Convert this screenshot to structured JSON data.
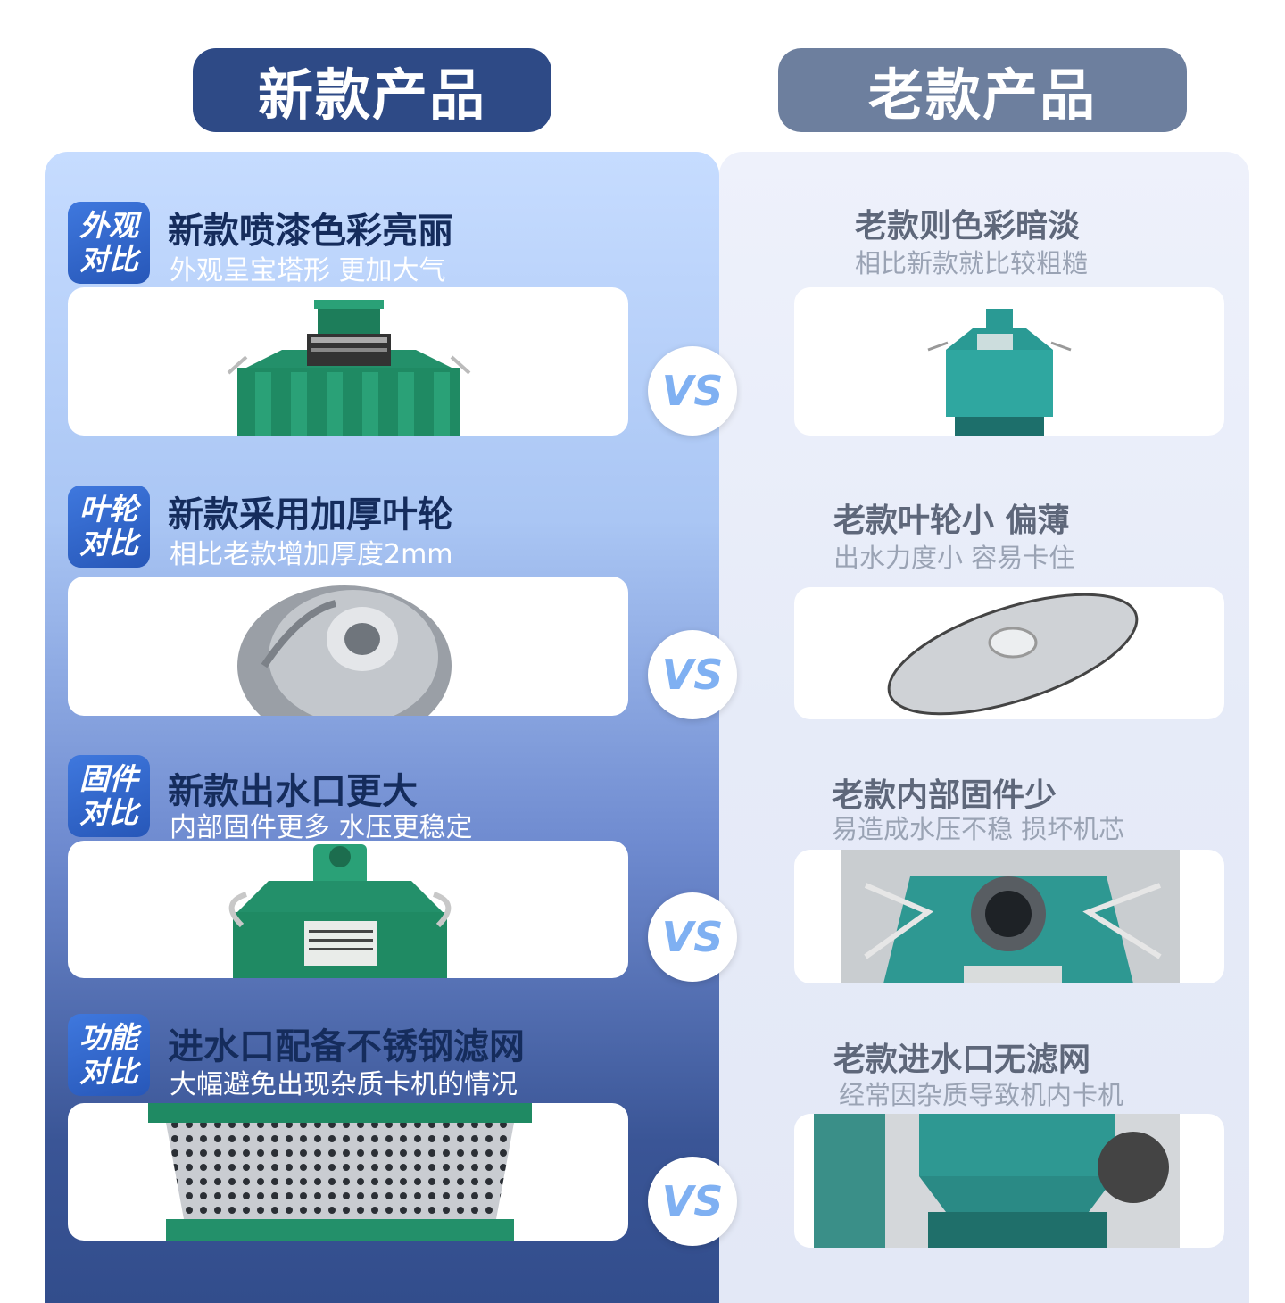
{
  "header": {
    "new_label": "新款产品",
    "old_label": "老款产品"
  },
  "vs_label": "VS",
  "rows": [
    {
      "tag": [
        "外观",
        "对比"
      ],
      "new_title": "新款喷漆色彩亮丽",
      "new_sub": "外观呈宝塔形 更加大气",
      "old_title": "老款则色彩暗淡",
      "old_sub": "相比新款就比较粗糙"
    },
    {
      "tag": [
        "叶轮",
        "对比"
      ],
      "new_title": "新款采用加厚叶轮",
      "new_sub": "相比老款增加厚度2mm",
      "old_title": "老款叶轮小 偏薄",
      "old_sub": "出水力度小 容易卡住"
    },
    {
      "tag": [
        "固件",
        "对比"
      ],
      "new_title": "新款出水口更大",
      "new_sub": "内部固件更多 水压更稳定",
      "old_title": "老款内部固件少",
      "old_sub": "易造成水压不稳 损坏机芯"
    },
    {
      "tag": [
        "功能",
        "对比"
      ],
      "new_title": "进水口配备不锈钢滤网",
      "new_sub": "大幅避免出现杂质卡机的情况",
      "old_title": "老款进水口无滤网",
      "old_sub": "经常因杂质导致机内卡机"
    }
  ],
  "colors": {
    "new_header": "#2e4a86",
    "old_header": "#6d7f9e",
    "tag_blue": "#2f63c8",
    "pump_green": "#1f8a63",
    "old_pump_teal": "#2a9a94"
  }
}
